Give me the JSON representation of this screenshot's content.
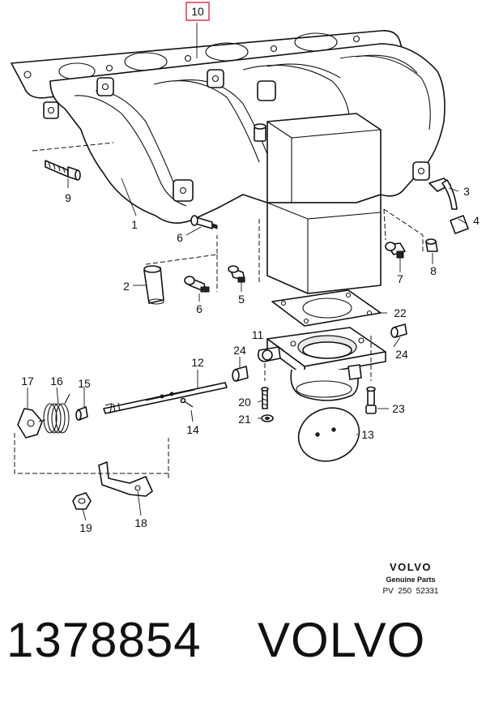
{
  "callouts": {
    "c1": "1",
    "c2": "2",
    "c3": "3",
    "c4": "4",
    "c5": "5",
    "c6a": "6",
    "c6b": "6",
    "c7": "7",
    "c8": "8",
    "c9": "9",
    "c10": "10",
    "c11": "11",
    "c12": "12",
    "c13": "13",
    "c14": "14",
    "c15": "15",
    "c16": "16",
    "c17": "17",
    "c18": "18",
    "c19": "19",
    "c20": "20",
    "c21": "21",
    "c22": "22",
    "c23": "23",
    "c24a": "24",
    "c24b": "24"
  },
  "stamp": {
    "brand": "VOLVO",
    "subtitle": "Genuine Parts",
    "code": "PV  250  52331"
  },
  "footer": {
    "part_number": "1378854",
    "brand": "VOLVO"
  },
  "colors": {
    "highlight": "#e0405a",
    "ink": "#111111"
  }
}
